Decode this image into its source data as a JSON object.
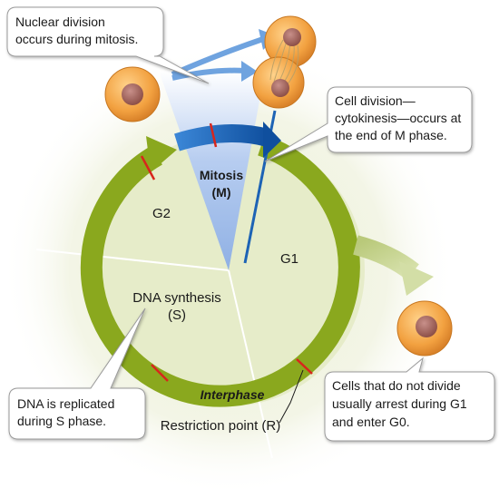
{
  "labels": {
    "mitosis_line1": "Mitosis",
    "mitosis_line2": "(M)",
    "g1": "G1",
    "g2": "G2",
    "s_line1": "DNA synthesis",
    "s_line2": "(S)",
    "interphase": "Interphase",
    "restriction_point": "Restriction point (R)"
  },
  "callouts": {
    "mitosis": [
      "Nuclear division",
      "occurs during mitosis."
    ],
    "cytokinesis": [
      "Cell division—",
      "cytokinesis—occurs at",
      "the end of M phase."
    ],
    "s_phase": [
      "DNA is replicated",
      "during S phase."
    ],
    "g0": [
      "Cells that do not divide",
      "usually arrest during G1",
      "and enter G0."
    ]
  },
  "colors": {
    "ring_green": "#8aa81e",
    "interphase_bg": "#e6ecc9",
    "mitosis_wedge": "#a9c2ea",
    "mitosis_arrow": "#1d63b5",
    "checkpoint_red": "#d8261c",
    "cell_orange": "#f0a040",
    "nucleus": "#a86a5e"
  }
}
